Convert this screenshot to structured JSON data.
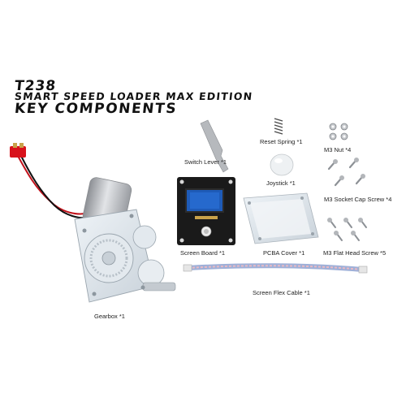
{
  "header": {
    "model": "T238",
    "product": "SMART SPEED LOADER MAX EDITION",
    "section": "KEY COMPONENTS"
  },
  "components": {
    "switch_lever": "Switch Lever *1",
    "reset_spring": "Reset Spring *1",
    "m3_nut": "M3 Nut *4",
    "joystick": "Joystick *1",
    "m3_socket_cap_screw": "M3 Socket Cap Screw *4",
    "screen_board": "Screen Board *1",
    "pcba_cover": "PCBA Cover *1",
    "m3_flat_head_screw": "M3 Flat Head Screw *5",
    "screen_flex_cable": "Screen Flex Cable *1",
    "gearbox": "Gearbox *1"
  },
  "colors": {
    "board": "#1a1a1a",
    "screen": "#1e5bb8",
    "connector": "#d8121b",
    "motor": "#b9bcc0"
  }
}
